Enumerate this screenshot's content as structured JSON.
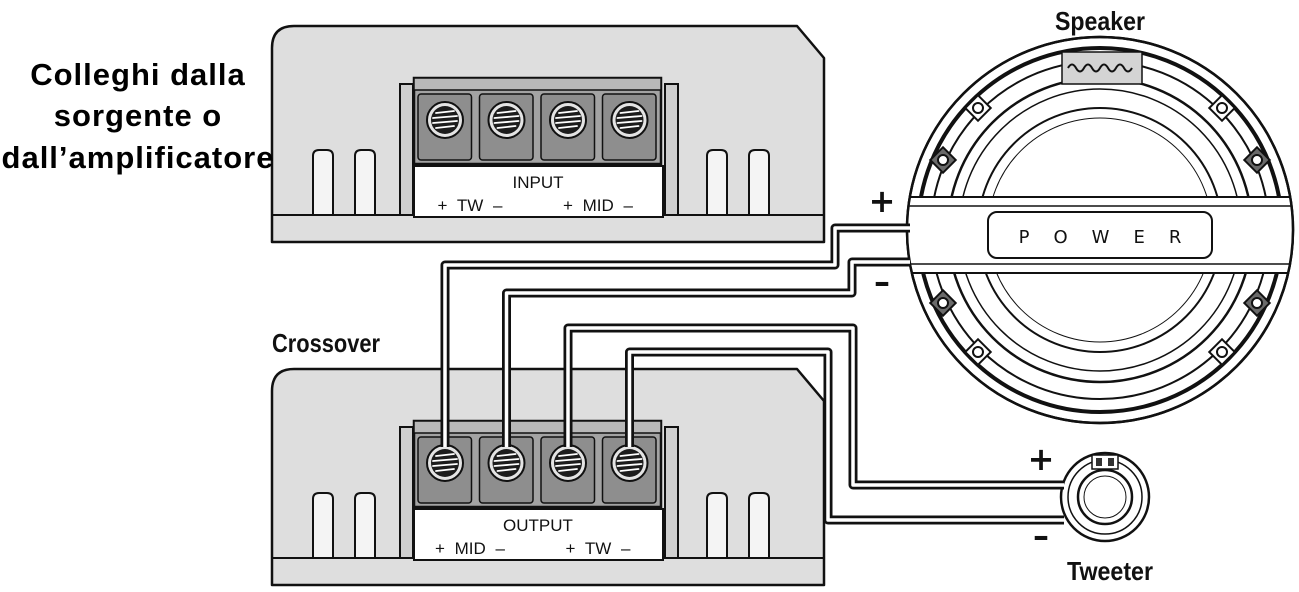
{
  "source_label": {
    "lines": [
      "Colleghi dalla",
      "sorgente o",
      "dall’amplificatore"
    ]
  },
  "input_block": {
    "title": "INPUT",
    "left_group": "+ TW –",
    "right_group": "+ MID –"
  },
  "crossover": {
    "label": "Crossover",
    "title": "OUTPUT",
    "left_group": "+ MID –",
    "right_group": "+ TW –"
  },
  "speaker": {
    "label": "Speaker",
    "brand": "POWER",
    "plus": "+",
    "minus": "–"
  },
  "tweeter": {
    "label": "Tweeter",
    "plus": "+",
    "minus": "–"
  },
  "colors": {
    "housing": "#dedede",
    "terminal": "#a3a3a3",
    "wire": "#111111",
    "wire_core": "#ffffff"
  }
}
